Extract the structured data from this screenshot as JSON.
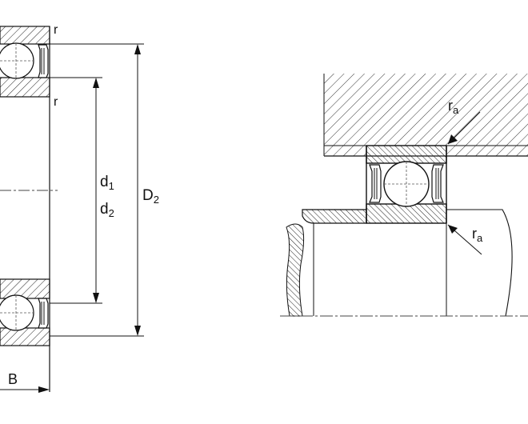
{
  "labels": {
    "r_top": "r",
    "r_mid": "r",
    "d1": "d",
    "d1_sub": "1",
    "d2": "d",
    "d2_sub": "2",
    "D2": "D",
    "D2_sub": "2",
    "B": "B",
    "ra_top": "r",
    "ra_top_sub": "a",
    "ra_bottom": "r",
    "ra_bottom_sub": "a"
  },
  "colors": {
    "line": "#111111",
    "hatch": "#222222",
    "background": "#ffffff"
  }
}
